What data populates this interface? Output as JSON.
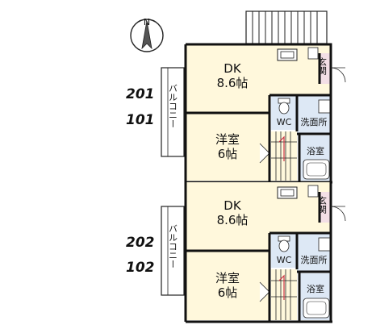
{
  "compass": {
    "symbol": "N",
    "icon": "north-arrow-icon"
  },
  "unit_labels": {
    "upper_pair": [
      "201",
      "101"
    ],
    "lower_pair": [
      "202",
      "102"
    ]
  },
  "units": [
    {
      "dk_name": "DK",
      "dk_size": "8.6帖",
      "bedroom_name": "洋室",
      "bedroom_size": "6帖",
      "wc": "WC",
      "washroom": "洗面所",
      "bath": "浴室",
      "entrance": "玄関",
      "balcony": "バルコニー"
    },
    {
      "dk_name": "DK",
      "dk_size": "8.6帖",
      "bedroom_name": "洋室",
      "bedroom_size": "6帖",
      "wc": "WC",
      "washroom": "洗面所",
      "bath": "浴室",
      "entrance": "玄関",
      "balcony": "バルコニー"
    }
  ],
  "colors": {
    "room_fill": "#fff8dc",
    "wet_fill": "#dde8f5",
    "entrance_fill": "#f3dfe6",
    "wall": "#111111",
    "stair_red": "#cc3344"
  }
}
